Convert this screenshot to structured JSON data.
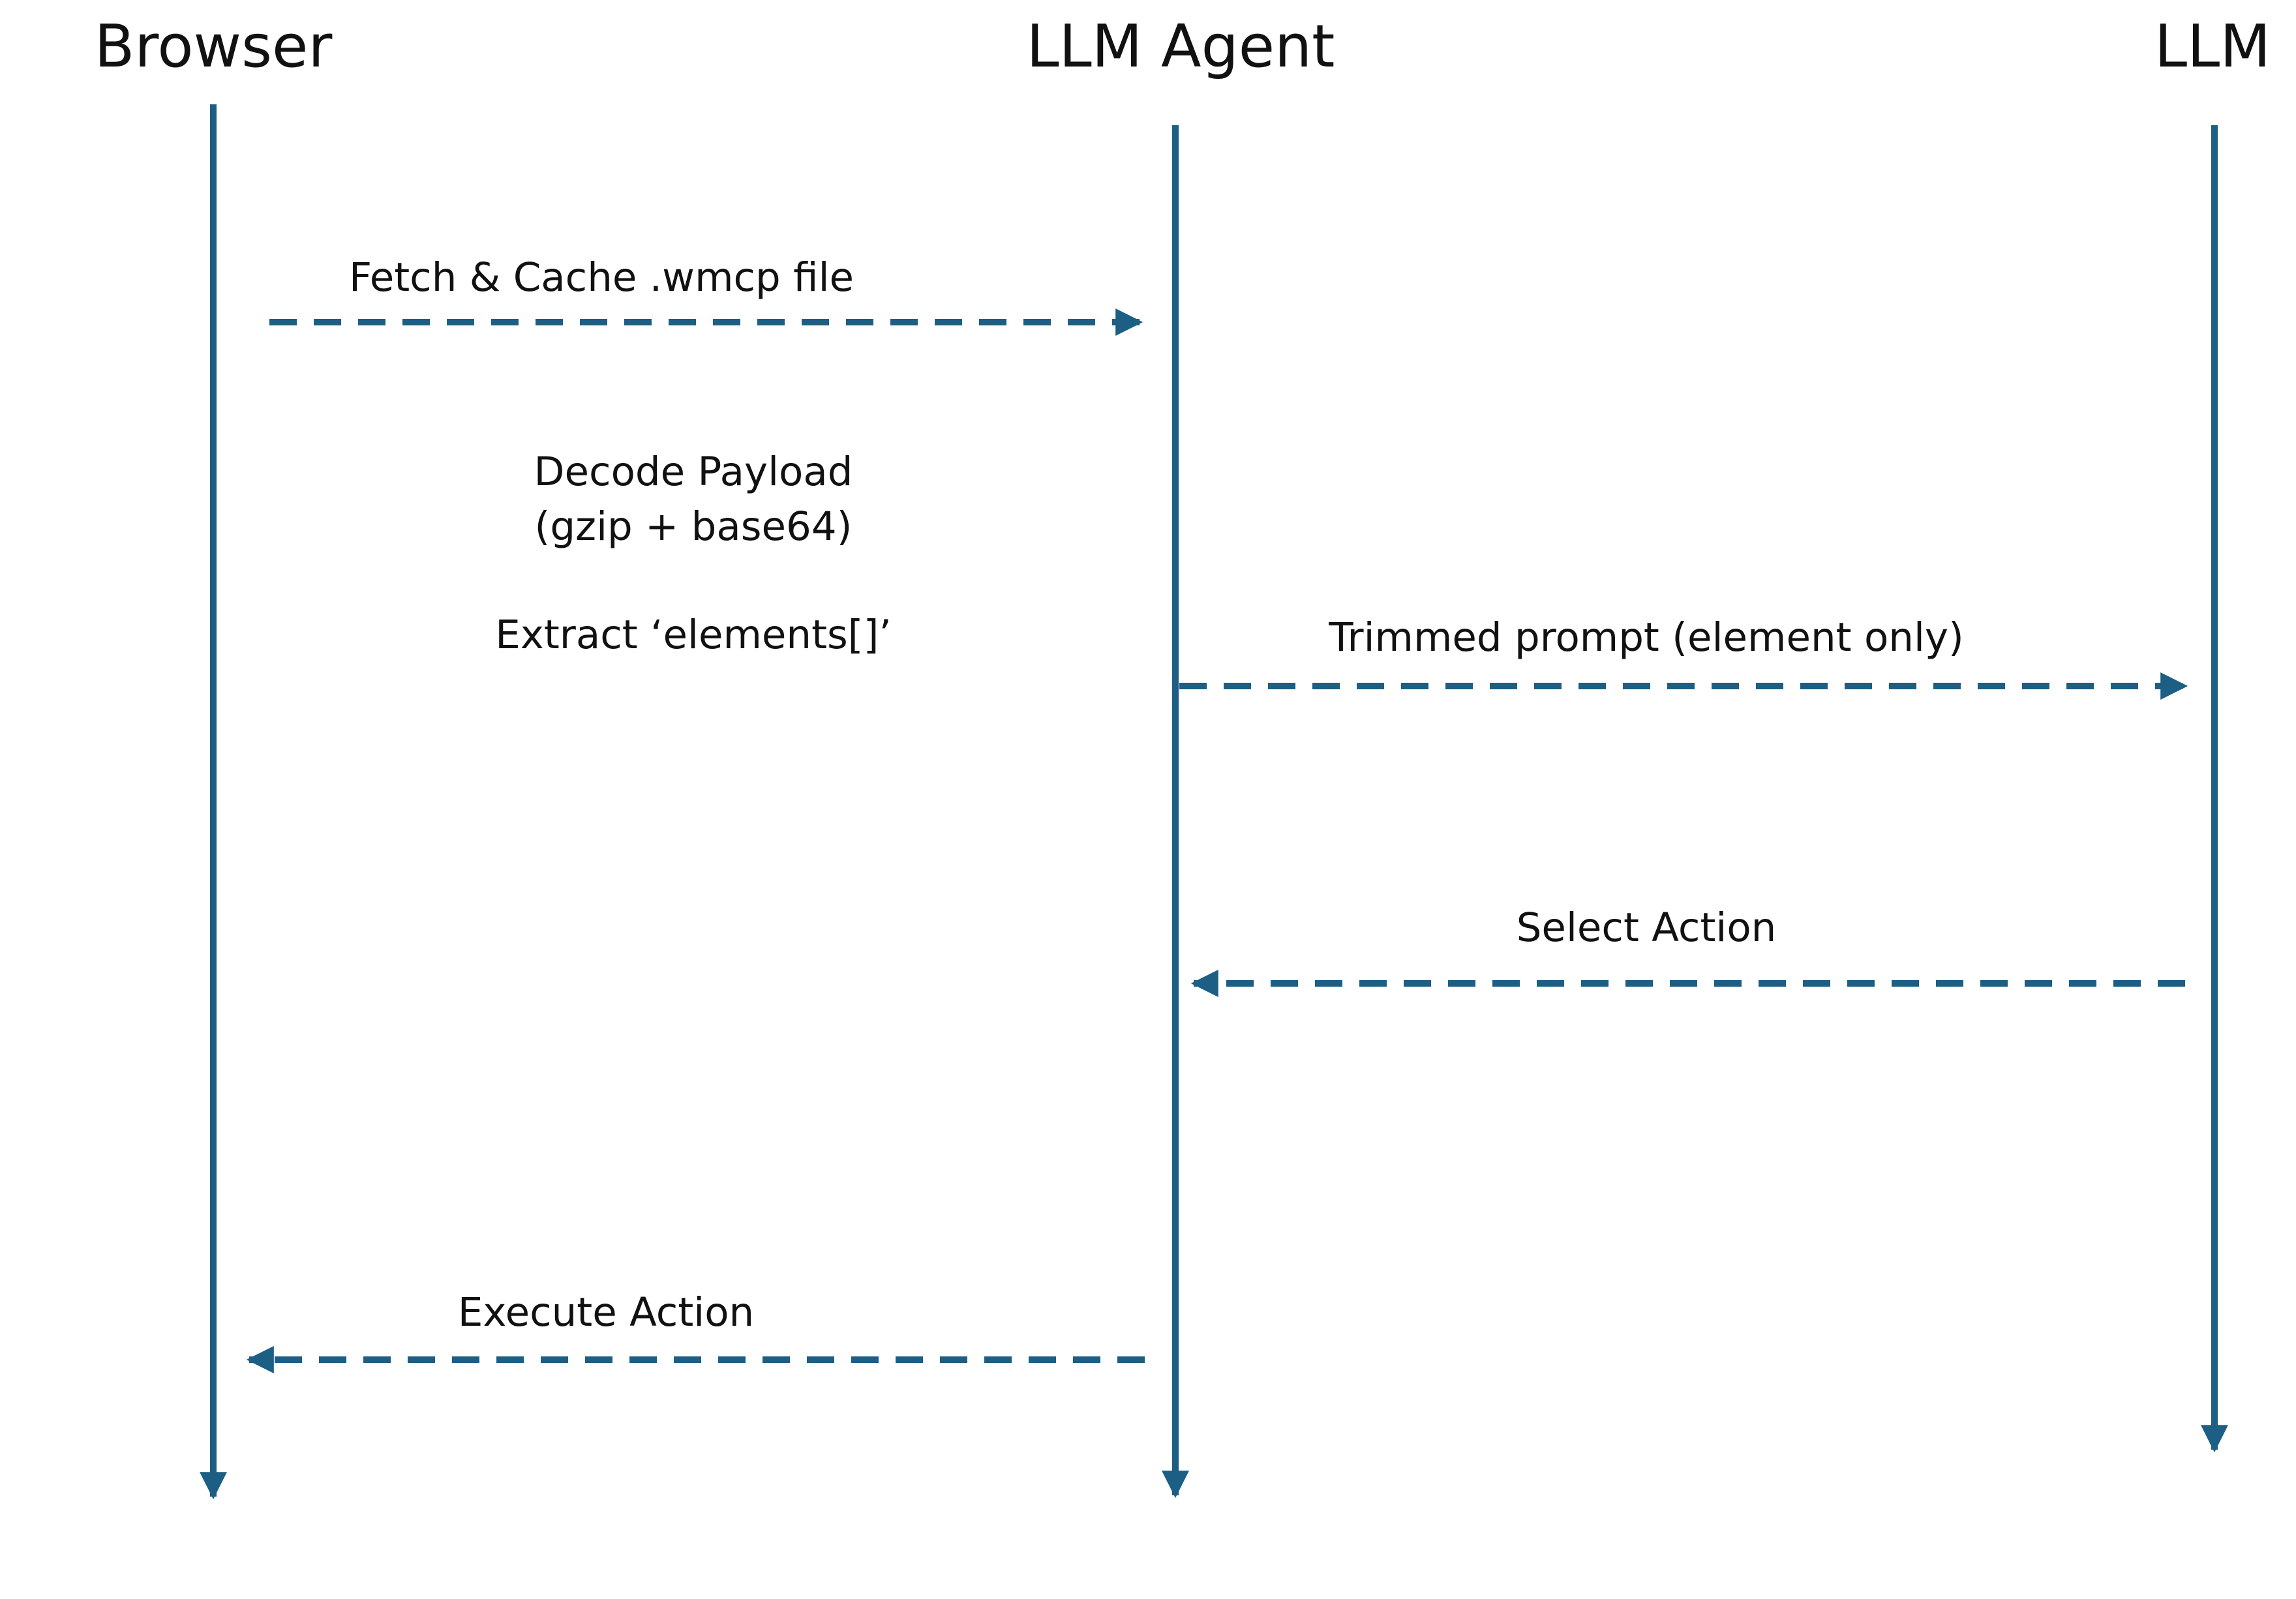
{
  "colors": {
    "line": "#1c5e84",
    "text": "#111111",
    "background": "#ffffff"
  },
  "participants": [
    {
      "id": "browser",
      "label": "Browser"
    },
    {
      "id": "agent",
      "label": "LLM Agent"
    },
    {
      "id": "llm",
      "label": "LLM"
    }
  ],
  "messages": [
    {
      "id": "fetch",
      "from": "browser",
      "to": "agent",
      "label": "Fetch & Cache .wmcp file",
      "style": "dashed"
    },
    {
      "id": "trimmed",
      "from": "agent",
      "to": "llm",
      "label": "Trimmed prompt (element only)",
      "style": "dashed"
    },
    {
      "id": "select",
      "from": "llm",
      "to": "agent",
      "label": "Select Action",
      "style": "dashed"
    },
    {
      "id": "execute",
      "from": "agent",
      "to": "browser",
      "label": "Execute Action",
      "style": "dashed"
    }
  ],
  "notes": {
    "decode_line1": "Decode Payload",
    "decode_line2": "(gzip + base64)",
    "extract": "Extract ‘elements[]’"
  }
}
